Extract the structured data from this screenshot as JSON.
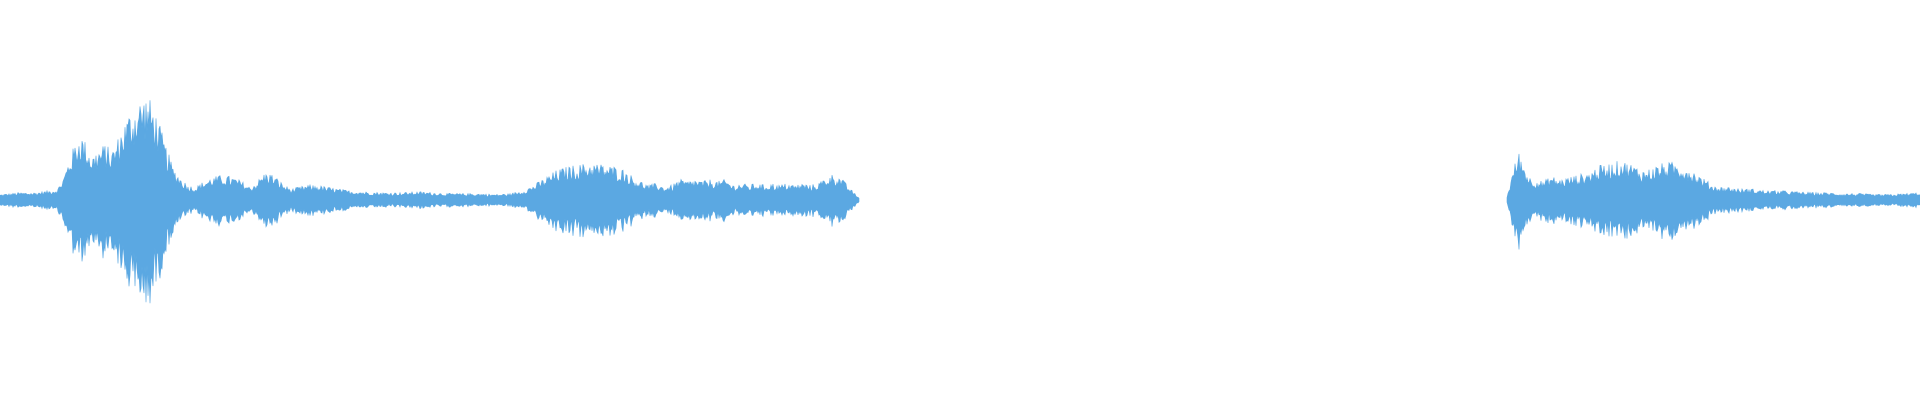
{
  "waveform": {
    "color": "#5ba8e2",
    "background": "#ffffff",
    "duration_fraction_segments": [
      {
        "name": "segment-1",
        "start": 0.0,
        "end": 0.4475
      },
      {
        "name": "segment-2",
        "start": 0.785,
        "end": 1.0
      }
    ],
    "amplitude_profile_1": [
      [
        0.0,
        0.03
      ],
      [
        0.01,
        0.04
      ],
      [
        0.018,
        0.04
      ],
      [
        0.025,
        0.05
      ],
      [
        0.03,
        0.06
      ],
      [
        0.033,
        0.12
      ],
      [
        0.036,
        0.22
      ],
      [
        0.039,
        0.3
      ],
      [
        0.042,
        0.36
      ],
      [
        0.045,
        0.3
      ],
      [
        0.048,
        0.24
      ],
      [
        0.052,
        0.28
      ],
      [
        0.055,
        0.3
      ],
      [
        0.058,
        0.26
      ],
      [
        0.061,
        0.32
      ],
      [
        0.064,
        0.4
      ],
      [
        0.067,
        0.46
      ],
      [
        0.07,
        0.5
      ],
      [
        0.073,
        0.54
      ],
      [
        0.076,
        0.56
      ],
      [
        0.079,
        0.52
      ],
      [
        0.082,
        0.44
      ],
      [
        0.086,
        0.3
      ],
      [
        0.09,
        0.18
      ],
      [
        0.094,
        0.12
      ],
      [
        0.098,
        0.08
      ],
      [
        0.102,
        0.07
      ],
      [
        0.106,
        0.1
      ],
      [
        0.11,
        0.12
      ],
      [
        0.114,
        0.13
      ],
      [
        0.118,
        0.13
      ],
      [
        0.122,
        0.12
      ],
      [
        0.126,
        0.1
      ],
      [
        0.13,
        0.07
      ],
      [
        0.134,
        0.1
      ],
      [
        0.137,
        0.14
      ],
      [
        0.14,
        0.15
      ],
      [
        0.144,
        0.12
      ],
      [
        0.148,
        0.08
      ],
      [
        0.152,
        0.06
      ],
      [
        0.156,
        0.07
      ],
      [
        0.16,
        0.08
      ],
      [
        0.165,
        0.08
      ],
      [
        0.17,
        0.07
      ],
      [
        0.176,
        0.06
      ],
      [
        0.182,
        0.05
      ],
      [
        0.19,
        0.045
      ],
      [
        0.2,
        0.04
      ],
      [
        0.21,
        0.04
      ],
      [
        0.218,
        0.045
      ],
      [
        0.226,
        0.04
      ],
      [
        0.234,
        0.035
      ],
      [
        0.242,
        0.035
      ],
      [
        0.25,
        0.035
      ],
      [
        0.258,
        0.03
      ],
      [
        0.266,
        0.035
      ],
      [
        0.272,
        0.05
      ],
      [
        0.278,
        0.08
      ],
      [
        0.284,
        0.12
      ],
      [
        0.29,
        0.16
      ],
      [
        0.296,
        0.18
      ],
      [
        0.302,
        0.19
      ],
      [
        0.308,
        0.2
      ],
      [
        0.314,
        0.19
      ],
      [
        0.32,
        0.18
      ],
      [
        0.326,
        0.16
      ],
      [
        0.33,
        0.12
      ],
      [
        0.334,
        0.1
      ],
      [
        0.338,
        0.08
      ],
      [
        0.342,
        0.09
      ],
      [
        0.346,
        0.07
      ],
      [
        0.35,
        0.08
      ],
      [
        0.354,
        0.11
      ],
      [
        0.358,
        0.1
      ],
      [
        0.362,
        0.11
      ],
      [
        0.366,
        0.1
      ],
      [
        0.37,
        0.11
      ],
      [
        0.374,
        0.1
      ],
      [
        0.378,
        0.11
      ],
      [
        0.382,
        0.08
      ],
      [
        0.386,
        0.09
      ],
      [
        0.39,
        0.08
      ],
      [
        0.394,
        0.09
      ],
      [
        0.398,
        0.08
      ],
      [
        0.402,
        0.09
      ],
      [
        0.406,
        0.08
      ],
      [
        0.41,
        0.09
      ],
      [
        0.414,
        0.08
      ],
      [
        0.418,
        0.09
      ],
      [
        0.422,
        0.08
      ],
      [
        0.426,
        0.09
      ],
      [
        0.43,
        0.12
      ],
      [
        0.434,
        0.14
      ],
      [
        0.438,
        0.12
      ],
      [
        0.442,
        0.07
      ],
      [
        0.4475,
        0.01
      ]
    ],
    "amplitude_profile_2": [
      [
        0.785,
        0.02
      ],
      [
        0.788,
        0.16
      ],
      [
        0.791,
        0.26
      ],
      [
        0.794,
        0.18
      ],
      [
        0.797,
        0.12
      ],
      [
        0.8,
        0.11
      ],
      [
        0.804,
        0.1
      ],
      [
        0.808,
        0.13
      ],
      [
        0.812,
        0.11
      ],
      [
        0.816,
        0.12
      ],
      [
        0.82,
        0.13
      ],
      [
        0.824,
        0.14
      ],
      [
        0.828,
        0.15
      ],
      [
        0.832,
        0.18
      ],
      [
        0.836,
        0.19
      ],
      [
        0.84,
        0.2
      ],
      [
        0.844,
        0.21
      ],
      [
        0.848,
        0.2
      ],
      [
        0.852,
        0.18
      ],
      [
        0.856,
        0.16
      ],
      [
        0.86,
        0.17
      ],
      [
        0.864,
        0.19
      ],
      [
        0.868,
        0.2
      ],
      [
        0.872,
        0.2
      ],
      [
        0.876,
        0.19
      ],
      [
        0.88,
        0.17
      ],
      [
        0.884,
        0.14
      ],
      [
        0.888,
        0.11
      ],
      [
        0.892,
        0.08
      ],
      [
        0.896,
        0.07
      ],
      [
        0.9,
        0.07
      ],
      [
        0.906,
        0.06
      ],
      [
        0.912,
        0.06
      ],
      [
        0.92,
        0.05
      ],
      [
        0.928,
        0.05
      ],
      [
        0.936,
        0.045
      ],
      [
        0.944,
        0.04
      ],
      [
        0.952,
        0.04
      ],
      [
        0.96,
        0.035
      ],
      [
        0.968,
        0.035
      ],
      [
        0.976,
        0.03
      ],
      [
        0.984,
        0.03
      ],
      [
        0.992,
        0.035
      ],
      [
        1.0,
        0.04
      ]
    ]
  }
}
